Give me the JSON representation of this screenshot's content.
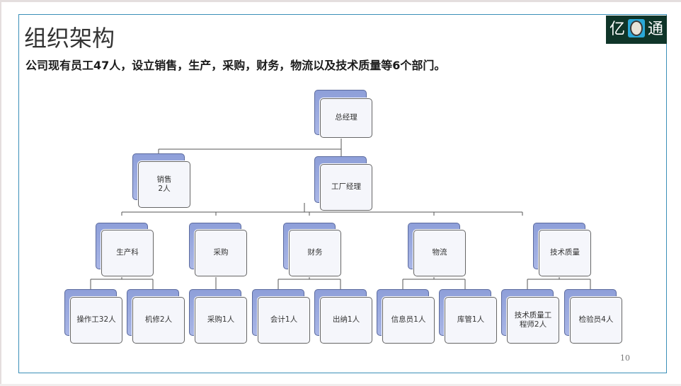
{
  "header": {
    "title": "组织架构",
    "subtitle": "公司现有员工47人，设立销售，生产，采购，财务，物流以及技术质量等6个部门。"
  },
  "logo": {
    "left_char": "亿",
    "right_char": "通",
    "icon": "circle-emblem-icon",
    "background_color": "#0f3529",
    "accent_color": "#2aa8d8"
  },
  "page_number": "10",
  "org_chart": {
    "root": "总经理",
    "level1": [
      "销售\n2人",
      "工厂经理"
    ],
    "departments": [
      "生产科",
      "采购",
      "财务",
      "物流",
      "技术质量"
    ],
    "staff": [
      "操作工32人",
      "机修2人",
      "采购1人",
      "会计1人",
      "出纳1人",
      "信息员1人",
      "库管1人",
      "技术质量工\n程师2人",
      "检验员4人"
    ]
  },
  "colors": {
    "frame": "#3b8fb8",
    "node_back": "#a9b6e6",
    "node_front": "#f5f6fb"
  }
}
